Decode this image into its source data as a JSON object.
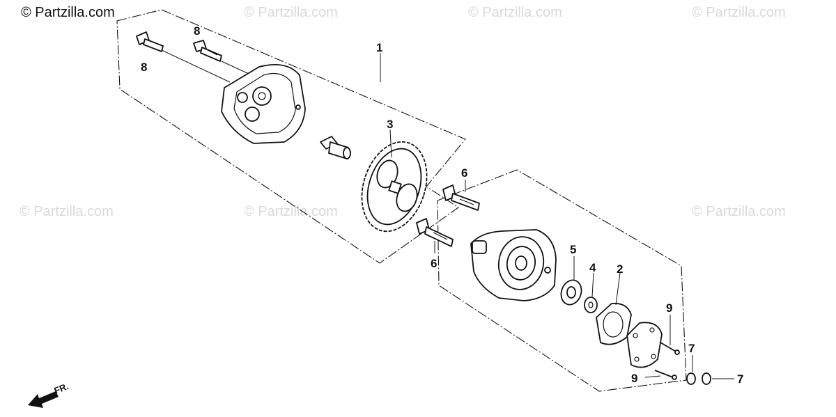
{
  "watermark": {
    "main": "© Partzilla.com",
    "tiles": [
      "© Partzilla.com",
      "© Partzilla.com",
      "© Partzilla.com",
      "© Partzilla.com",
      "© Partzilla.com",
      "© Partzilla.com"
    ]
  },
  "callouts": {
    "c1": "1",
    "c2": "2",
    "c3": "3",
    "c4": "4",
    "c5": "5",
    "c6a": "6",
    "c6b": "6",
    "c7a": "7",
    "c7b": "7",
    "c8a": "8",
    "c8b": "8",
    "c9a": "9",
    "c9b": "9"
  },
  "direction_label": "FR."
}
